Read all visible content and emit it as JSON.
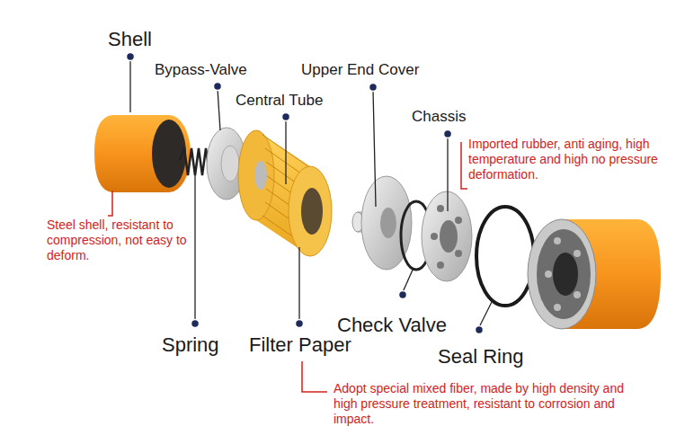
{
  "diagram": {
    "labels": [
      "Shell",
      "Bypass-Valve",
      "Upper End Cover",
      "Central Tube",
      "Chassis",
      "Imported rubber, anti aging, high temperature and high no pressure deformation.",
      "Steel shell, resistant to compression, not easy to deform.",
      "Spring",
      "Filter Paper",
      "Check Valve",
      "Seal Ring",
      "Adopt special mixed fiber, made by high density and high pressure treatment, resistant to corrosion and impact."
    ]
  }
}
